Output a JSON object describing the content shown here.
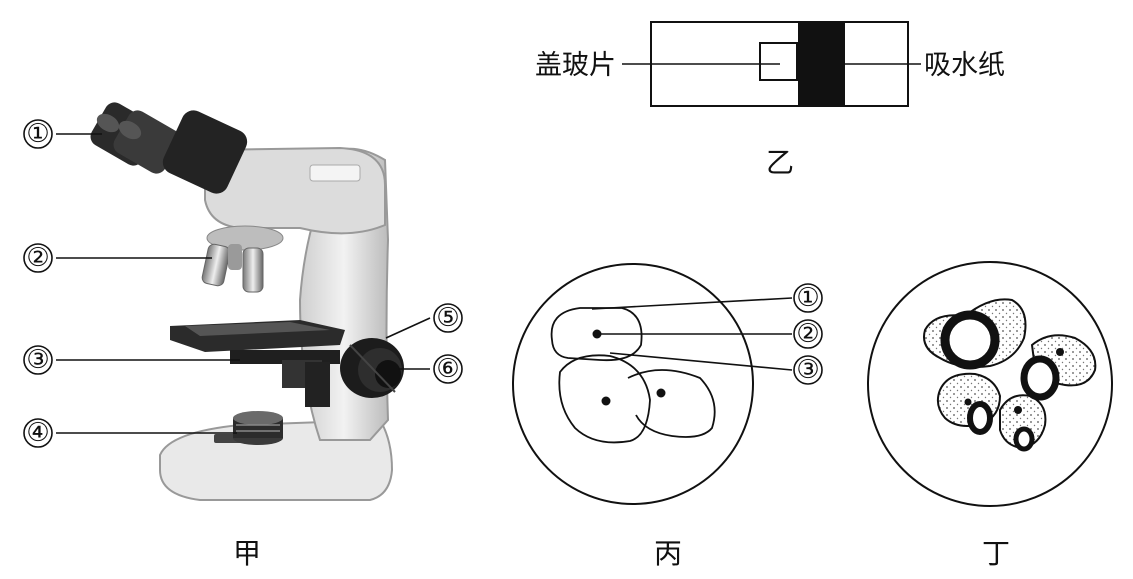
{
  "panels": {
    "jia": {
      "caption": "甲"
    },
    "yi": {
      "caption": "乙",
      "left_label": "盖玻片",
      "right_label": "吸水纸"
    },
    "bing": {
      "caption": "丙"
    },
    "ding": {
      "caption": "丁"
    }
  },
  "markers": {
    "m1": "①",
    "m2": "②",
    "m3": "③",
    "m4": "④",
    "m5": "⑤",
    "m6": "⑥"
  },
  "colors": {
    "ink": "#111111",
    "body_light": "#e6e6e6",
    "body_mid": "#bdbdbd",
    "dark": "#1e1e1e"
  }
}
